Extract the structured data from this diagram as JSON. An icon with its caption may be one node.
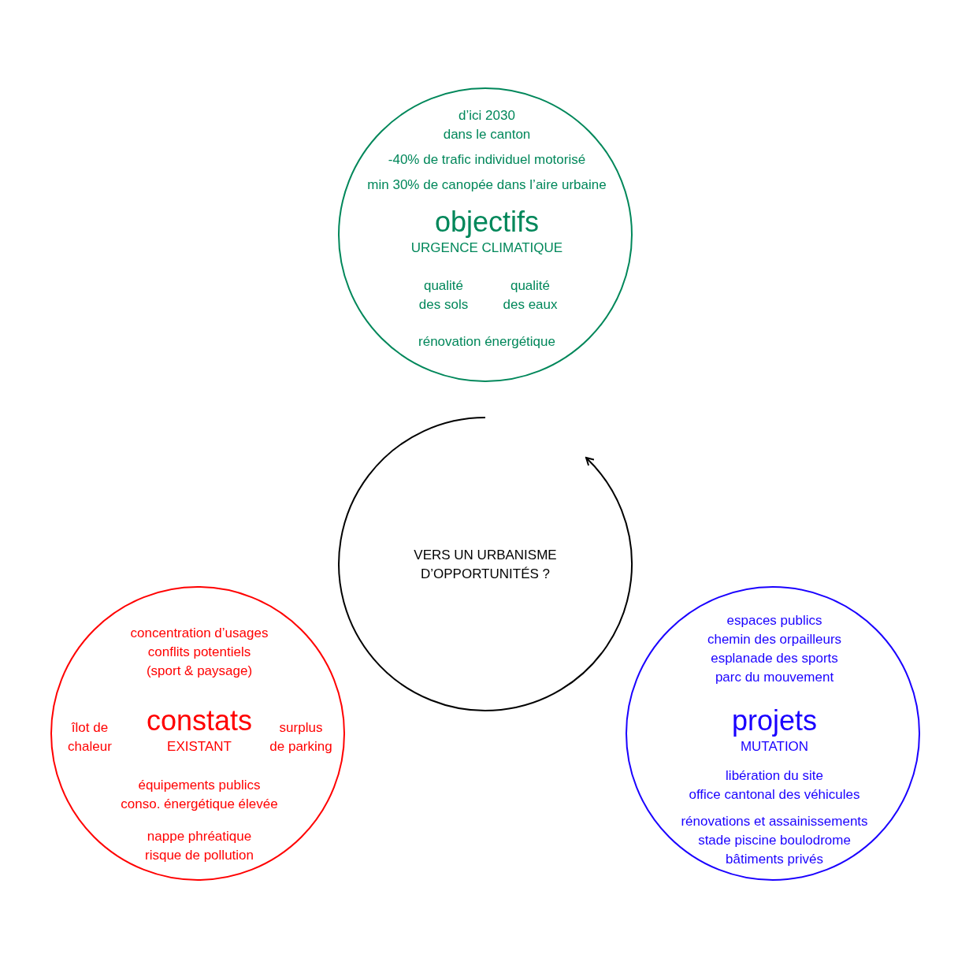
{
  "diagram": {
    "nodes": [
      {
        "text": [
          "d’ici 2030 dans le canton",
          "-40% de trafic individuel motorisé",
          "min 30% de canopée dans l’aire urbaine",
          "objectifs",
          "URGENCE CLIMATIQUE",
          "qualité des sols",
          "qualité des eaux",
          "rénovation énergétique"
        ]
      },
      {
        "text": [
          "VERS UN URBANISME D’OPPORTUNITÉS ?"
        ]
      },
      {
        "text": [
          "concentration d’usages conflits potentiels (sport & paysage)",
          "îlot de chaleur",
          "constats",
          "EXISTANT",
          "surplus de parking",
          "équipements publics conso. énergétique élevée",
          "nappe phréatique risque de pollution"
        ]
      },
      {
        "text": [
          "espaces publics chemin des orpailleurs esplanade des sports parc du mouvement",
          "projets",
          "MUTATION",
          "libération du site office cantonal des véhicules",
          "rénovations et assainissements stade piscine boulodrome bâtiments privés"
        ]
      }
    ],
    "edges": []
  }
}
